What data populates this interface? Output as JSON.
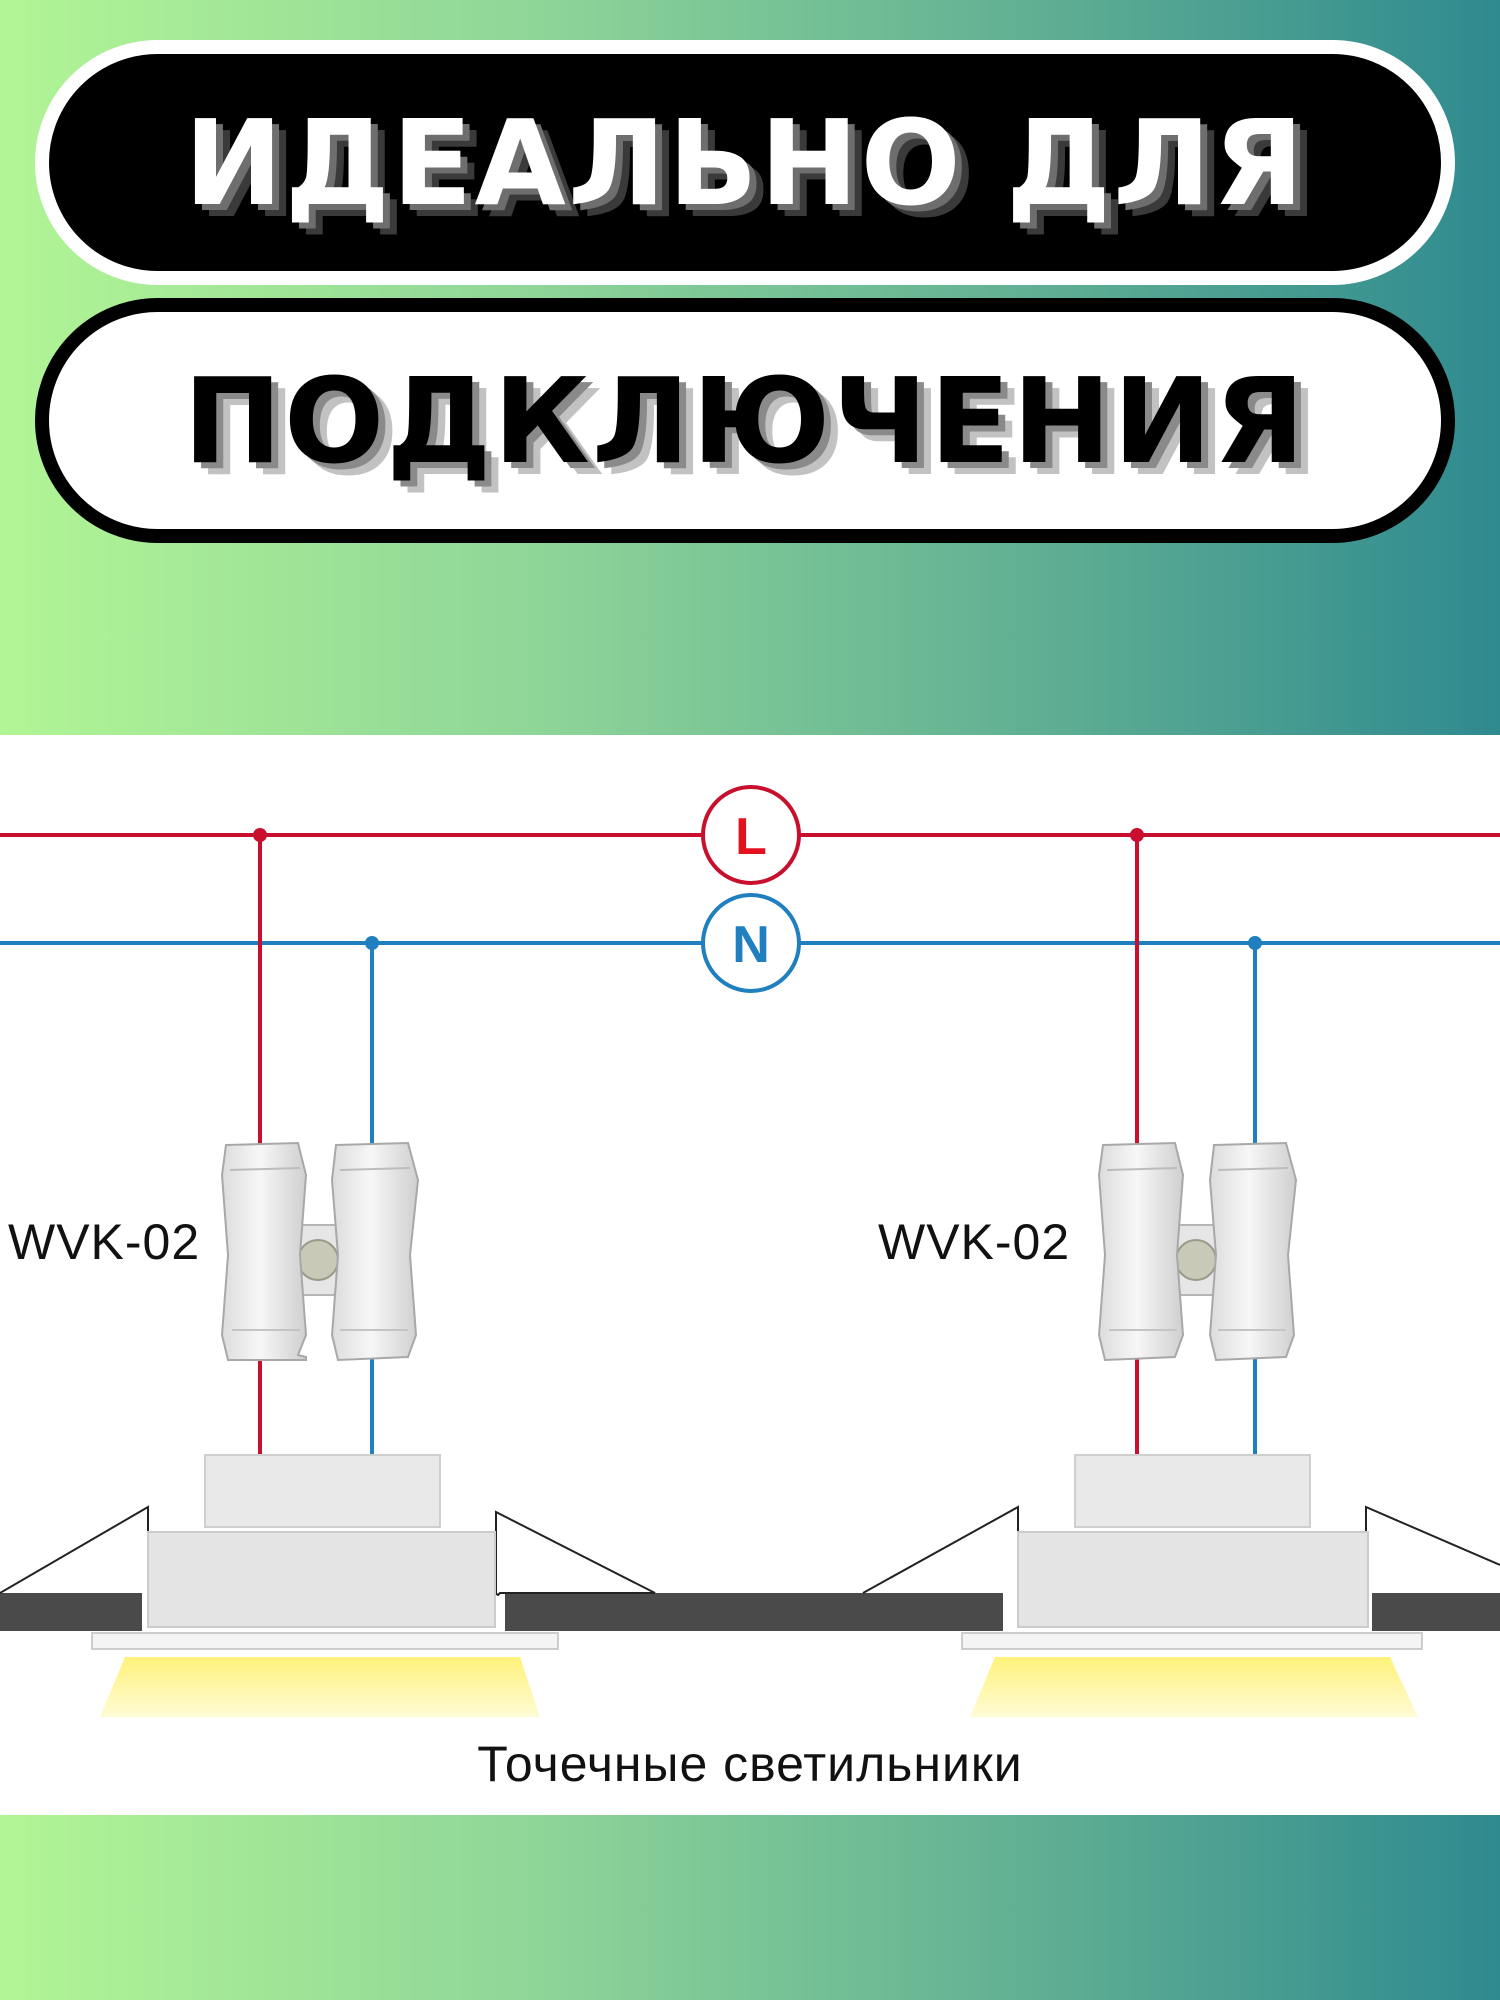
{
  "header": {
    "line1": "ИДЕАЛЬНО ДЛЯ",
    "line2": "ПОДКЛЮЧЕНИЯ"
  },
  "diagram": {
    "live_label": "L",
    "neutral_label": "N",
    "connector_labels": [
      "WVK-02",
      "WVK-02"
    ],
    "caption": "Точечные светильники"
  },
  "colors": {
    "live_wire": "#c8102e",
    "neutral_wire": "#1f7fbf",
    "panel_bg": "#ffffff",
    "ceiling": "#4a4a4a",
    "light_glow": "#fff27a"
  }
}
